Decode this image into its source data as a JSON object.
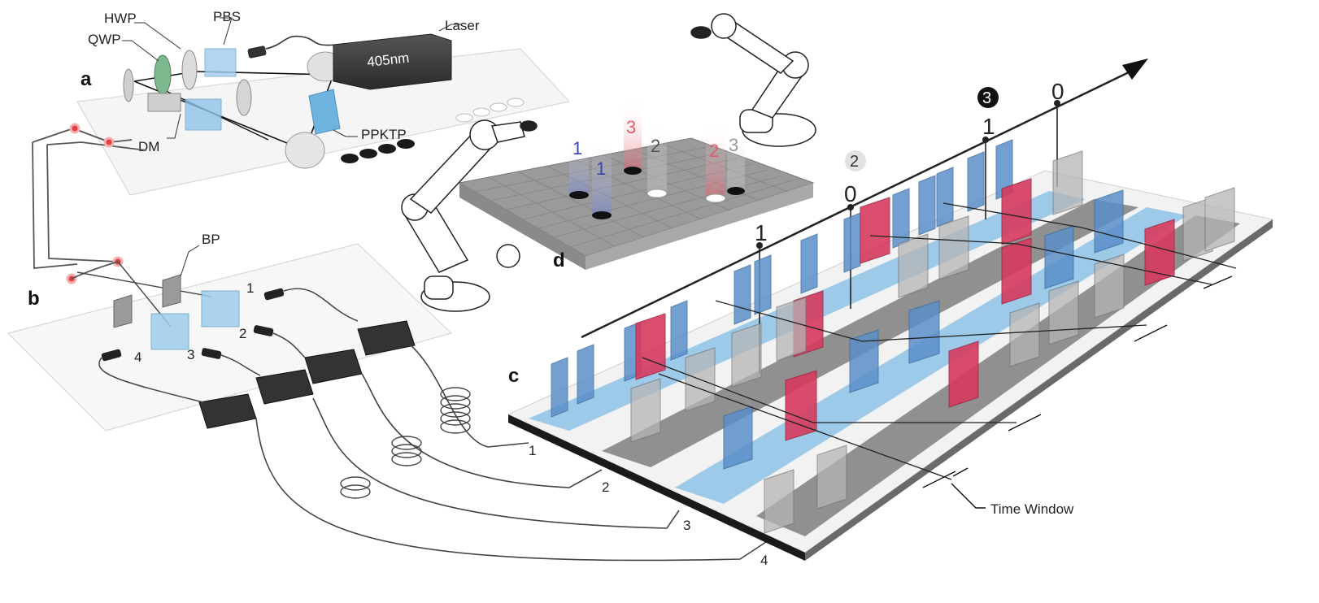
{
  "panels": {
    "a": "a",
    "b": "b",
    "c": "c",
    "d": "d"
  },
  "labels": {
    "hwp": "HWP",
    "qwp": "QWP",
    "pbs": "PBS",
    "laser": "Laser",
    "laser_wavelength": "405nm",
    "ppktp": "PPKTP",
    "dm": "DM",
    "bp": "BP",
    "time_window": "Time Window"
  },
  "detector_ports": [
    "1",
    "2",
    "3",
    "4"
  ],
  "fiber_outputs": [
    "1",
    "2",
    "3",
    "4"
  ],
  "time_axis": {
    "ticks": [
      "1",
      "0",
      "1",
      "0"
    ],
    "badges": [
      "2",
      "3"
    ]
  },
  "tower_labels": {
    "blue": [
      "1",
      "1"
    ],
    "red": [
      "3",
      "2"
    ],
    "grey": [
      "2",
      "3"
    ]
  },
  "colors": {
    "blue_plate": "#5b8fc9",
    "red_plate": "#d63a5e",
    "grey_plate": "#9a9a9a",
    "optics_blue": "#8fc4e8",
    "laser_body": "#3a3a3a"
  }
}
